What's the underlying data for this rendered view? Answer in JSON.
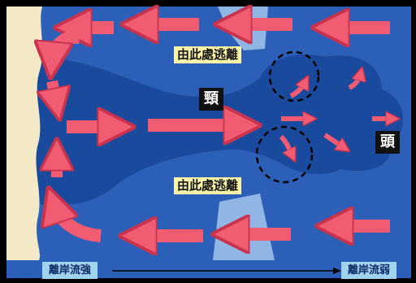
{
  "labels": {
    "escape_top": "由此處逃離",
    "escape_bottom": "由此處逃離",
    "neck": "頸",
    "head": "頭",
    "bottom_left": "離岸流強",
    "bottom_right": "離岸流弱"
  },
  "colors": {
    "sea": "#2c5fb8",
    "current": "#1a4a9e",
    "shallow": "#8fb6e4",
    "beach": "#f4e9c6",
    "arrow": "#f25c73",
    "label_bg": "#fff6a8",
    "strip": "#9fd3ee"
  }
}
